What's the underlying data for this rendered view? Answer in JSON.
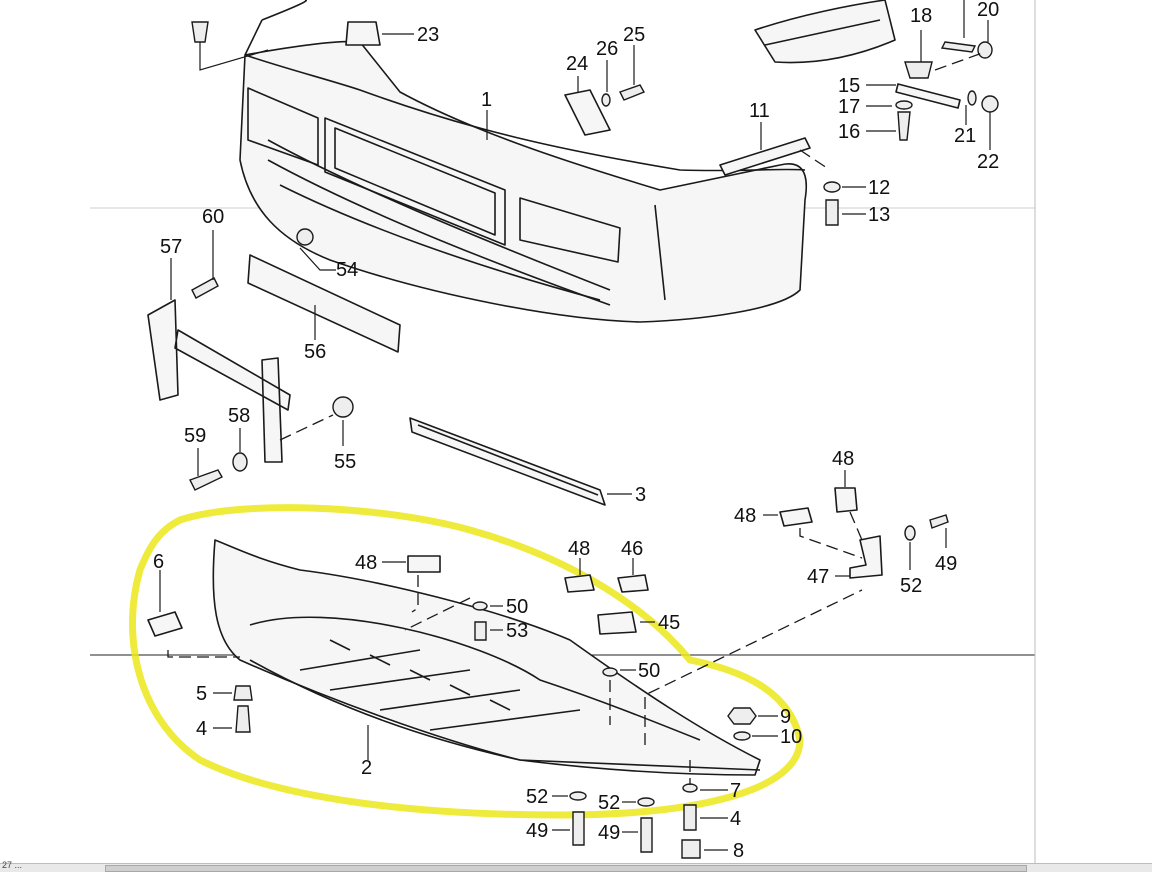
{
  "diagram": {
    "labels": {
      "p1": "1",
      "p2": "2",
      "p3": "3",
      "p4a": "4",
      "p4b": "4",
      "p5": "5",
      "p6": "6",
      "p7": "7",
      "p8": "8",
      "p9": "9",
      "p10": "10",
      "p11": "11",
      "p12": "12",
      "p13": "13",
      "p15": "15",
      "p16": "16",
      "p17": "17",
      "p18": "18",
      "p20": "20",
      "p21": "21",
      "p22": "22",
      "p23": "23",
      "p24": "24",
      "p25": "25",
      "p26": "26",
      "p45": "45",
      "p46": "46",
      "p47": "47",
      "p48a": "48",
      "p48b": "48",
      "p48c": "48",
      "p48d": "48",
      "p49a": "49",
      "p49b": "49",
      "p49c": "49",
      "p50a": "50",
      "p50b": "50",
      "p52a": "52",
      "p52b": "52",
      "p52c": "52",
      "p53": "53",
      "p54": "54",
      "p55": "55",
      "p56": "56",
      "p57": "57",
      "p58": "58",
      "p59": "59",
      "p60": "60"
    },
    "highlight_color": "#ece81a"
  },
  "statusbar": {
    "text": "27 ..."
  }
}
